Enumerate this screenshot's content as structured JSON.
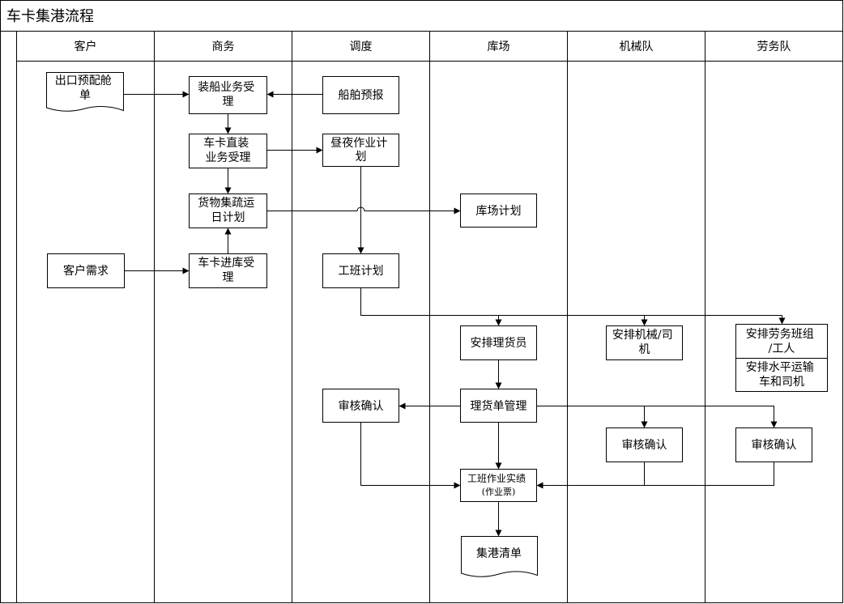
{
  "title": "车卡集港流程",
  "lanes": [
    "客户",
    "商务",
    "调度",
    "库场",
    "机械队",
    "劳务队"
  ],
  "nodes": {
    "export_booking": [
      "出口预配舱",
      "单"
    ],
    "ship_business": [
      "装船业务受",
      "理"
    ],
    "ship_forecast": [
      "船舶预报"
    ],
    "truck_direct": [
      "车卡直装",
      "业务受理"
    ],
    "day_night_plan": [
      "昼夜作业计",
      "划"
    ],
    "cargo_plan": [
      "货物集疏运",
      "日计划"
    ],
    "yard_plan": [
      "库场计划"
    ],
    "customer_demand": [
      "客户需求"
    ],
    "truck_entry": [
      "车卡进库受",
      "理"
    ],
    "shift_plan": [
      "工班计划"
    ],
    "arrange_tally": [
      "安排理货员"
    ],
    "arrange_machine": [
      "安排机械/司",
      "机"
    ],
    "arrange_labor": [
      "安排劳务班组",
      "/工人"
    ],
    "arrange_transport": [
      "安排水平运输",
      "车和司机"
    ],
    "review_dispatch": [
      "审核确认"
    ],
    "tally_manage": [
      "理货单管理"
    ],
    "review_machine": [
      "审核确认"
    ],
    "review_labor": [
      "审核确认"
    ],
    "shift_actual": [
      "工班作业实绩",
      "(作业票)"
    ],
    "port_list": [
      "集港清单"
    ]
  }
}
